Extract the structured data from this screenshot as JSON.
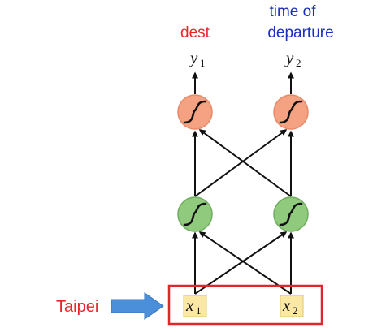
{
  "outputs": [
    {
      "label": "dest",
      "label_line2": "",
      "var": "y",
      "sub": "1"
    },
    {
      "label": "time of",
      "label_line2": "departure",
      "var": "y",
      "sub": "2"
    }
  ],
  "inputs": [
    {
      "var": "x",
      "sub": "1"
    },
    {
      "var": "x",
      "sub": "2"
    }
  ],
  "input_label": "Taipei",
  "colors": {
    "dest_label": "#e8262a",
    "time_label": "#1a2fbf",
    "output_neuron": "#f4a282",
    "output_neuron_stroke": "#e98a67",
    "hidden_neuron": "#8fca7d",
    "hidden_neuron_stroke": "#6fae5e",
    "input_box": "#fce8a5",
    "input_box_stroke": "#e2c46a",
    "frame": "#e0252b",
    "arrow_fill": "#4b8fdb",
    "arrow_stroke": "#3a72b6"
  },
  "icons": {
    "neuron": "sigmoid-icon"
  }
}
